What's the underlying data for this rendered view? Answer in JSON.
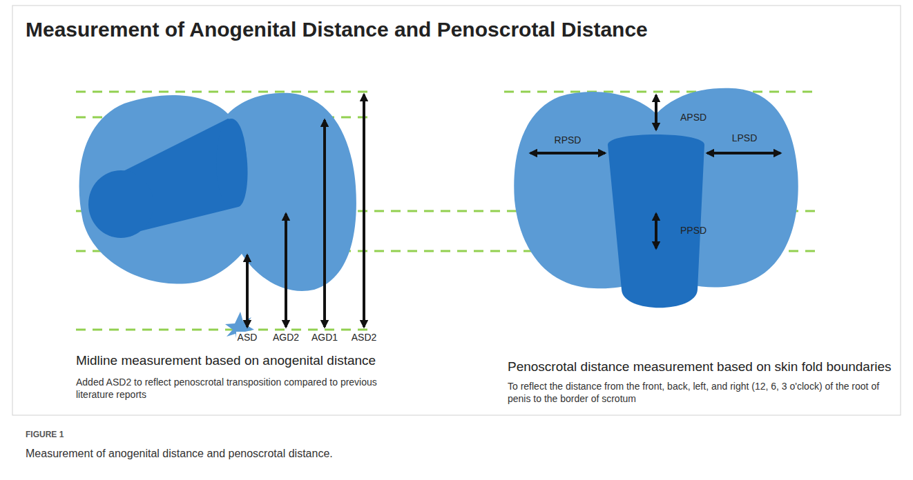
{
  "diagram": {
    "title": "Measurement of Anogenital Distance and Penoscrotal Distance",
    "caption": "Measurement of anogenital distance and penoscrotal distance.",
    "labels": [
      "ASD",
      "AGD2",
      "AGD1",
      "ASD2",
      "APSD",
      "RPSD",
      "LPSD",
      "PPSD",
      "Midline measurement based on anogenital distance",
      "Added ASD2 to reflect penoscrotal transposition compared to previous literature reports",
      "Penoscrotal distance measurement based on skin fold boundaries",
      "To reflect the distance from the front, back, left, and right (12, 6, 3 o'clock) of the root of penis to the border of scrotum",
      "FIGURE 1"
    ]
  }
}
